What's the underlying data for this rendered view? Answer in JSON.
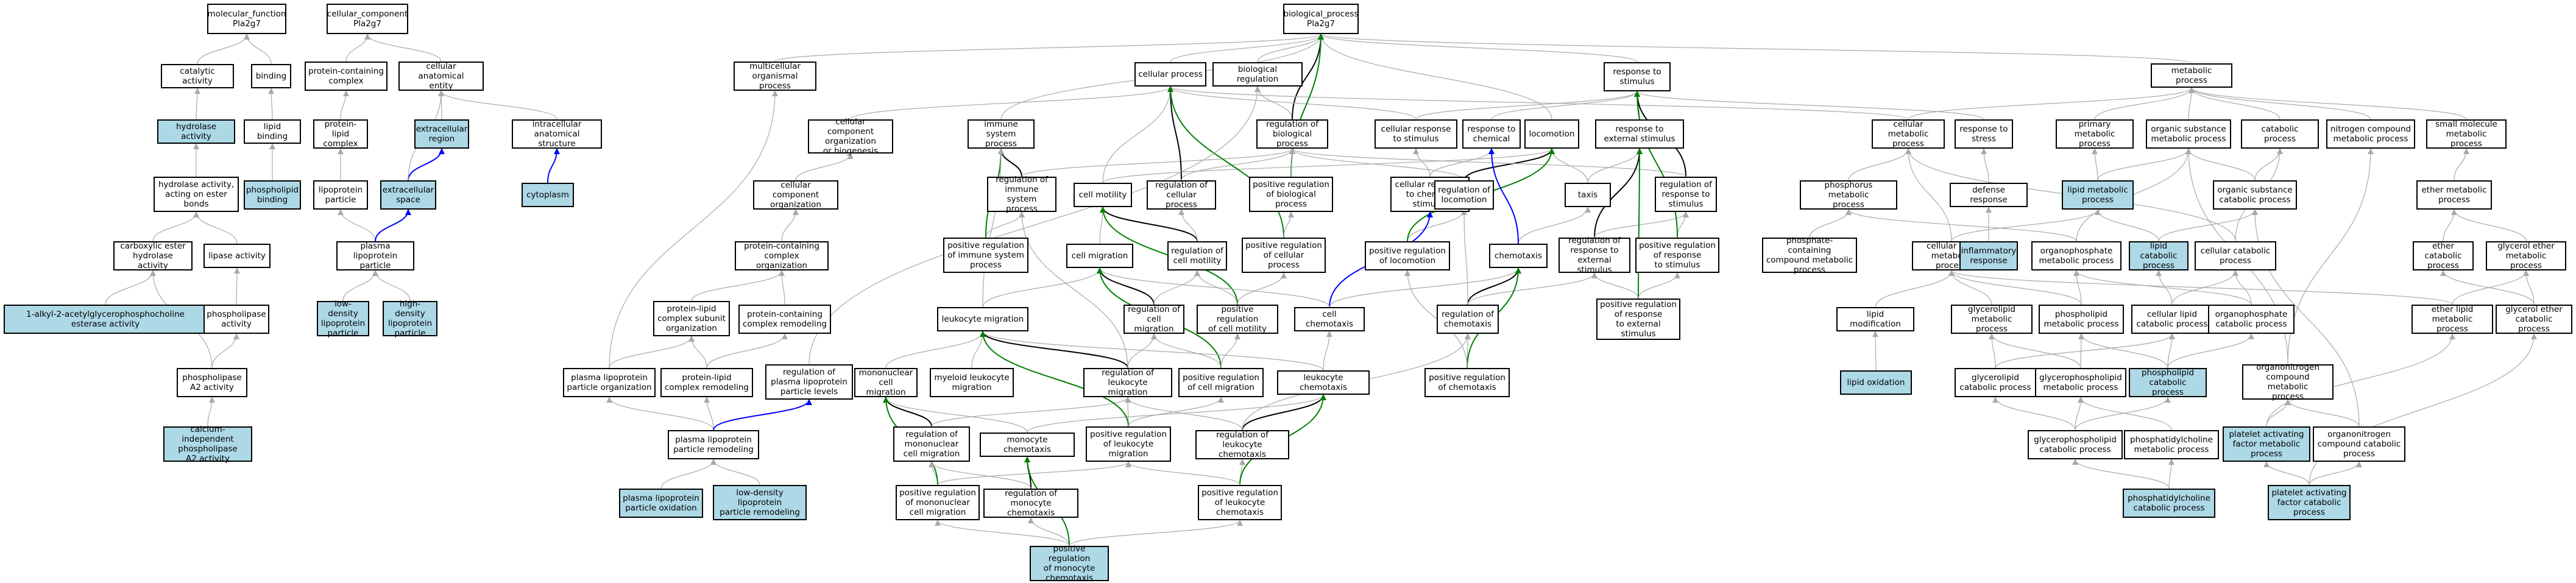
{
  "colors": {
    "highlight": "#add8e6",
    "is_a": "#a9a9a9",
    "regulates": "#000000",
    "positively_regulates": "#008000",
    "part_of": "#0000ff"
  },
  "nodes": {
    "mf_root": "molecular_function\nPla2g7",
    "cc_root": "cellular_component\nPla2g7",
    "bp_root": "biological_process\nPla2g7",
    "catalytic_activity": "catalytic activity",
    "binding": "binding",
    "protein_containing_complex": "protein-containing\ncomplex",
    "cellular_anatomical_entity": "cellular anatomical\nentity",
    "multicellular_organismal_process": "multicellular\norganismal process",
    "cellular_process": "cellular process",
    "biological_regulation": "biological regulation",
    "response_to_stimulus": "response to\nstimulus",
    "metabolic_process": "metabolic process",
    "hydrolase_activity": "hydrolase activity",
    "lipid_binding": "lipid binding",
    "protein_lipid_complex": "protein-lipid\ncomplex",
    "extracellular_region": "extracellular\nregion",
    "intracellular_anatomical_structure": "intracellular\nanatomical structure",
    "cellular_component_organization_or_biogenesis": "cellular component\norganization\nor biogenesis",
    "immune_system_process": "immune system\nprocess",
    "regulation_of_biological_process": "regulation of\nbiological process",
    "cellular_response_to_stimulus": "cellular response\nto stimulus",
    "response_to_chemical": "response to\nchemical",
    "locomotion": "locomotion",
    "response_to_external_stimulus": "response to\nexternal stimulus",
    "cellular_metabolic_process": "cellular metabolic\nprocess",
    "response_to_stress": "response to\nstress",
    "primary_metabolic_process": "primary metabolic\nprocess",
    "organic_substance_metabolic_process": "organic substance\nmetabolic process",
    "catabolic_process": "catabolic process",
    "nitrogen_compound_metabolic_process": "nitrogen compound\nmetabolic process",
    "small_molecule_metabolic_process": "small molecule\nmetabolic process",
    "hydrolase_activity_ester": "hydrolase activity,\nacting on ester\nbonds",
    "phospholipid_binding": "phospholipid\nbinding",
    "lipoprotein_particle": "lipoprotein\nparticle",
    "extracellular_space": "extracellular\nspace",
    "cytoplasm": "cytoplasm",
    "cellular_component_organization": "cellular component\norganization",
    "regulation_of_immune_system_process": "regulation of\nimmune system\nprocess",
    "cell_motility": "cell motility",
    "regulation_of_cellular_process": "regulation of\ncellular process",
    "positive_regulation_of_biological_process": "positive regulation\nof biological\nprocess",
    "cellular_response_to_chemical_stimulus": "cellular response\nto chemical\nstimulus",
    "regulation_of_locomotion": "regulation of\nlocomotion",
    "taxis": "taxis",
    "regulation_of_response_to_stimulus": "regulation of\nresponse to\nstimulus",
    "phosphorus_metabolic_process": "phosphorus metabolic\nprocess",
    "defense_response": "defense response",
    "lipid_metabolic_process": "lipid metabolic\nprocess",
    "organic_substance_catabolic_process": "organic substance\ncatabolic process",
    "ether_metabolic_process": "ether metabolic\nprocess",
    "carboxylic_ester_hydrolase_activity": "carboxylic ester\nhydrolase activity",
    "lipase_activity": "lipase activity",
    "plasma_lipoprotein_particle": "plasma lipoprotein\nparticle",
    "protein_containing_complex_organization": "protein-containing\ncomplex organization",
    "positive_regulation_of_immune_system_process": "positive regulation\nof immune system\nprocess",
    "cell_migration": "cell migration",
    "regulation_of_cell_motility": "regulation of\ncell motility",
    "positive_regulation_of_cellular_process": "positive regulation\nof cellular\nprocess",
    "positive_regulation_of_locomotion": "positive regulation\nof locomotion",
    "chemotaxis": "chemotaxis",
    "regulation_of_response_to_external_stimulus": "regulation of\nresponse to\nexternal stimulus",
    "positive_regulation_of_response_to_stimulus": "positive regulation\nof response\nto stimulus",
    "phosphate_containing_compound_metabolic_process": "phosphate-containing\ncompound metabolic\nprocess",
    "cellular_lipid_metabolic_process": "cellular lipid\nmetabolic process",
    "inflammatory_response": "inflammatory\nresponse",
    "organophosphate_metabolic_process": "organophosphate\nmetabolic process",
    "lipid_catabolic_process": "lipid catabolic\nprocess",
    "cellular_catabolic_process": "cellular catabolic\nprocess",
    "ether_catabolic_process": "ether catabolic\nprocess",
    "glycerol_ether_metabolic_process": "glycerol ether\nmetabolic process",
    "acetylglycerophosphocholine_esterase_activity": "1-alkyl-2-acetylglycerophosphocholine\nesterase activity",
    "phospholipase_activity": "phospholipase\nactivity",
    "low_density_lipoprotein_particle": "low-density\nlipoprotein\nparticle",
    "high_density_lipoprotein_particle": "high-density\nlipoprotein\nparticle",
    "protein_lipid_complex_subunit_organization": "protein-lipid\ncomplex subunit\norganization",
    "protein_containing_complex_remodeling": "protein-containing\ncomplex remodeling",
    "leukocyte_migration": "leukocyte migration",
    "regulation_of_cell_migration": "regulation of\ncell migration",
    "positive_regulation_of_cell_motility": "positive regulation\nof cell motility",
    "cell_chemotaxis": "cell chemotaxis",
    "regulation_of_chemotaxis": "regulation of\nchemotaxis",
    "positive_regulation_of_response_to_external_stimulus": "positive regulation\nof response\nto external\nstimulus",
    "lipid_modification": "lipid modification",
    "glycerolipid_metabolic_process": "glycerolipid\nmetabolic process",
    "phospholipid_metabolic_process": "phospholipid\nmetabolic process",
    "cellular_lipid_catabolic_process": "cellular lipid\ncatabolic process",
    "organophosphate_catabolic_process": "organophosphate\ncatabolic process",
    "ether_lipid_metabolic_process": "ether lipid\nmetabolic process",
    "glycerol_ether_catabolic_process": "glycerol ether\ncatabolic process",
    "phospholipase_a2_activity": "phospholipase\nA2 activity",
    "plasma_lipoprotein_particle_organization": "plasma lipoprotein\nparticle organization",
    "protein_lipid_complex_remodeling": "protein-lipid\ncomplex remodeling",
    "regulation_of_plasma_lipoprotein_particle_levels": "regulation of\nplasma lipoprotein\nparticle levels",
    "mononuclear_cell_migration": "mononuclear\ncell migration",
    "myeloid_leukocyte_migration": "myeloid leukocyte\nmigration",
    "regulation_of_leukocyte_migration": "regulation of\nleukocyte migration",
    "positive_regulation_of_cell_migration": "positive regulation\nof cell migration",
    "leukocyte_chemotaxis": "leukocyte chemotaxis",
    "positive_regulation_of_chemotaxis": "positive regulation\nof chemotaxis",
    "lipid_oxidation": "lipid oxidation",
    "glycerolipid_catabolic_process": "glycerolipid\ncatabolic process",
    "glycerophospholipid_metabolic_process": "glycerophospholipid\nmetabolic process",
    "phospholipid_catabolic_process": "phospholipid\ncatabolic process",
    "organonitrogen_compound_metabolic_process": "organonitrogen\ncompound metabolic\nprocess",
    "calcium_independent_phospholipase_a2_activity": "calcium-independent\nphospholipase\nA2 activity",
    "plasma_lipoprotein_particle_remodeling": "plasma lipoprotein\nparticle remodeling",
    "regulation_of_mononuclear_cell_migration": "regulation of\nmononuclear\ncell migration",
    "monocyte_chemotaxis": "monocyte chemotaxis",
    "positive_regulation_of_leukocyte_migration": "positive regulation\nof leukocyte\nmigration",
    "regulation_of_leukocyte_chemotaxis": "regulation of\nleukocyte chemotaxis",
    "glycerophospholipid_catabolic_process": "glycerophospholipid\ncatabolic process",
    "phosphatidylcholine_metabolic_process": "phosphatidylcholine\nmetabolic process",
    "platelet_activating_factor_metabolic_process": "platelet activating\nfactor metabolic\nprocess",
    "organonitrogen_compound_catabolic_process": "organonitrogen\ncompound catabolic\nprocess",
    "plasma_lipoprotein_particle_oxidation": "plasma lipoprotein\nparticle oxidation",
    "low_density_lipoprotein_remodeling": "low-density\nlipoprotein\nparticle remodeling",
    "positive_regulation_of_mononuclear_cell_migration": "positive regulation\nof mononuclear\ncell migration",
    "regulation_of_monocyte_chemotaxis": "regulation of\nmonocyte chemotaxis",
    "positive_regulation_of_leukocyte_chemotaxis": "positive regulation\nof leukocyte\nchemotaxis",
    "phosphatidylcholine_catabolic_process": "phosphatidylcholine\ncatabolic process",
    "platelet_activating_factor_catabolic_process": "platelet activating\nfactor catabolic\nprocess",
    "positive_regulation_of_monocyte_chemotaxis": "positive regulation\nof monocyte\nchemotaxis"
  }
}
